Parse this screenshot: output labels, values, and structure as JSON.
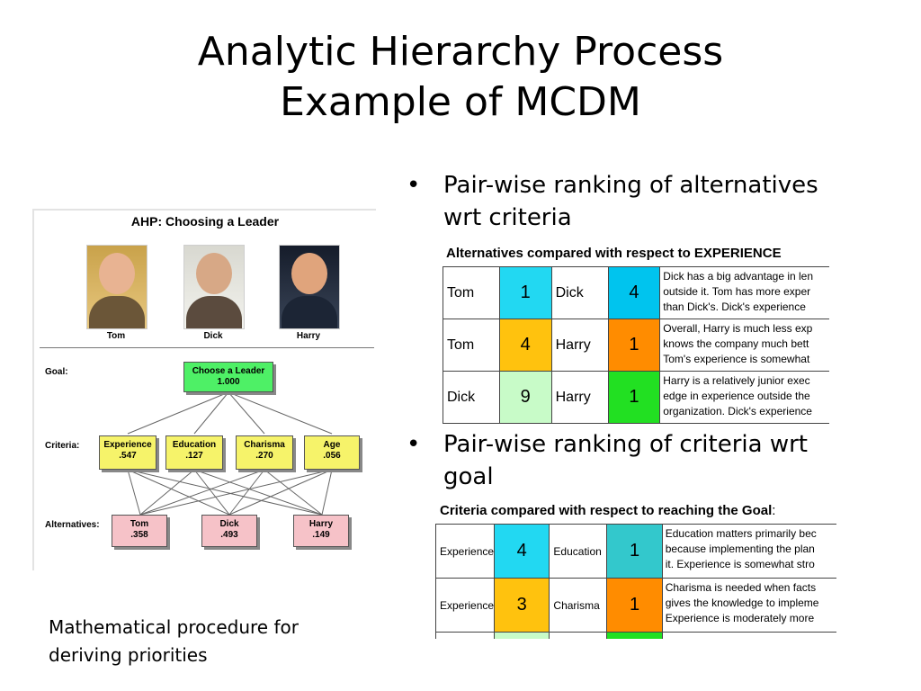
{
  "slide": {
    "title_line1": "Analytic Hierarchy Process",
    "title_line2": "Example of MCDM",
    "caption": "Mathematical procedure for deriving priorities"
  },
  "figure": {
    "title": "AHP: Choosing a Leader",
    "people": [
      "Tom",
      "Dick",
      "Harry"
    ],
    "row_labels": {
      "goal": "Goal:",
      "criteria": "Criteria:",
      "alternatives": "Alternatives:"
    },
    "goal": {
      "label": "Choose a Leader",
      "value": "1.000"
    },
    "criteria": [
      {
        "label": "Experience",
        "value": ".547"
      },
      {
        "label": "Education",
        "value": ".127"
      },
      {
        "label": "Charisma",
        "value": ".270"
      },
      {
        "label": "Age",
        "value": ".056"
      }
    ],
    "alternatives": [
      {
        "label": "Tom",
        "value": ".358"
      },
      {
        "label": "Dick",
        "value": ".493"
      },
      {
        "label": "Harry",
        "value": ".149"
      }
    ],
    "colors": {
      "goal": "#4ef066",
      "criteria": "#f6f36a",
      "alternatives": "#f6c2c8"
    }
  },
  "bullets": [
    {
      "symbol": "•",
      "text": "Pair-wise ranking of alternatives wrt criteria"
    },
    {
      "symbol": "•",
      "text": "Pair-wise ranking of criteria wrt goal"
    }
  ],
  "table1": {
    "title": "Alternatives compared with respect to EXPERIENCE",
    "rows": [
      {
        "a": "Tom",
        "a_score": "1",
        "a_color": "#22d8f2",
        "b": "Dick",
        "b_score": "4",
        "b_color": "#00c4ee",
        "note": [
          "Dick has a big advantage in len",
          "outside it. Tom has more exper",
          "than Dick's. Dick's experience"
        ]
      },
      {
        "a": "Tom",
        "a_score": "4",
        "a_color": "#ffc20e",
        "b": "Harry",
        "b_score": "1",
        "b_color": "#ff8c00",
        "note": [
          "Overall, Harry is much less exp",
          "knows the company much bett",
          "Tom's experience is somewhat"
        ]
      },
      {
        "a": "Dick",
        "a_score": "9",
        "a_color": "#c8fbc8",
        "b": "Harry",
        "b_score": "1",
        "b_color": "#22e022",
        "note": [
          "Harry is a relatively junior exec",
          "edge in experience outside the",
          "organization. Dick's experience"
        ]
      }
    ]
  },
  "table2": {
    "title": "Criteria compared with respect to reaching the Goal",
    "title_suffix": ":",
    "rows": [
      {
        "a": "Experience",
        "a_score": "4",
        "a_color": "#22d8f2",
        "b": "Education",
        "b_score": "1",
        "b_color": "#33c8cc",
        "note": [
          "Education matters primarily bec",
          "because implementing the plan",
          "it. Experience is somewhat stro"
        ]
      },
      {
        "a": "Experience",
        "a_score": "3",
        "a_color": "#ffc20e",
        "b": "Charisma",
        "b_score": "1",
        "b_color": "#ff8c00",
        "note": [
          "Charisma is needed when facts",
          "gives the knowledge to impleme",
          "Experience is moderately more"
        ]
      }
    ]
  }
}
